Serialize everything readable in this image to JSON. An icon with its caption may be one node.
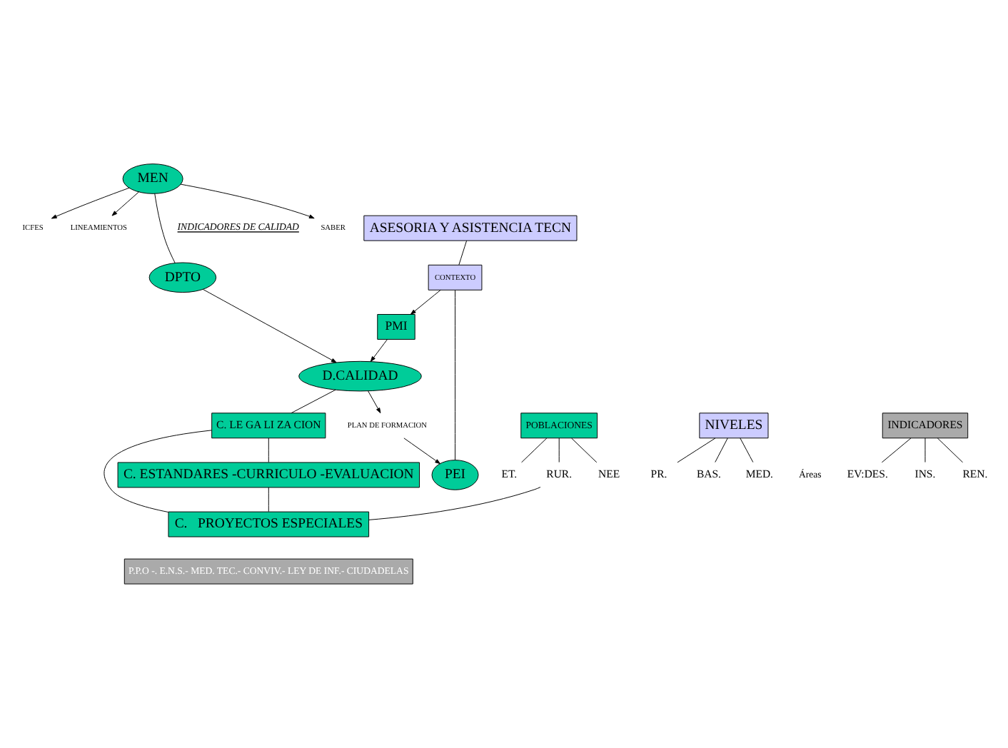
{
  "diagram": {
    "nodes": [
      {
        "text": [
          "MEN"
        ]
      },
      {
        "text": [
          "SABER"
        ]
      },
      {
        "text": [
          "ICFES"
        ]
      },
      {
        "text": [
          "LINEAMIENTOS"
        ]
      },
      {
        "text": [
          "ASESORIA Y ASISTENCIA TECN"
        ]
      },
      {
        "text": [
          "DPTO"
        ]
      },
      {
        "text": [
          "CONTEXTO"
        ]
      },
      {
        "text": [
          "PEI"
        ]
      },
      {
        "text": [
          "PLAN DE FORMACION"
        ]
      },
      {
        "text": [
          "D.CALIDAD"
        ]
      },
      {
        "text": [
          "PMI"
        ]
      },
      {
        "text": [
          "C. LE GA LI ZA CION"
        ]
      },
      {
        "text": [
          "C. ESTANDARES -CURRICULO -EVALUACION"
        ]
      },
      {
        "text": [
          "NIVELES"
        ]
      },
      {
        "text": [
          "PR."
        ]
      },
      {
        "text": [
          "BAS."
        ]
      },
      {
        "text": [
          "MED."
        ]
      },
      {
        "text": [
          "POBLACIONES"
        ]
      },
      {
        "text": [
          "ET."
        ]
      },
      {
        "text": [
          "RUR."
        ]
      },
      {
        "text": [
          "NEE"
        ]
      },
      {
        "text": [
          "INDICADORES"
        ]
      },
      {
        "text": [
          "EV:DES."
        ]
      },
      {
        "text": [
          "INS."
        ]
      },
      {
        "text": [
          "REN."
        ]
      },
      {
        "text": [
          "C.   PROYECTOS ESPECIALES"
        ]
      },
      {
        "text": [
          "P.P.O -. E.N.S.- MED. TEC.- CONVIV.- LEY DE INF.- CIUDADELAS"
        ]
      }
    ],
    "edges": [
      {
        "from": 0,
        "to": 1,
        "arrow": "to"
      },
      {
        "from": 0,
        "to": 2,
        "arrow": "to"
      },
      {
        "from": 0,
        "to": 3,
        "arrow": "to"
      },
      {
        "from": 0,
        "to": 5,
        "arrow": "none"
      },
      {
        "from": 4,
        "to": 6,
        "arrow": "none"
      },
      {
        "from": 6,
        "to": 7,
        "arrow": "none"
      },
      {
        "from": 5,
        "to": 9,
        "arrow": "to"
      },
      {
        "from": 9,
        "to": 8,
        "arrow": "to"
      },
      {
        "from": 8,
        "to": 7,
        "arrow": "to"
      },
      {
        "from": 6,
        "to": 10,
        "arrow": "to"
      },
      {
        "from": 10,
        "to": 9,
        "arrow": "to"
      },
      {
        "from": 9,
        "to": 11,
        "arrow": "none"
      },
      {
        "from": 11,
        "to": 12,
        "arrow": "none"
      },
      {
        "from": 11,
        "to": 25,
        "arrow": "none"
      },
      {
        "from": 12,
        "to": 25,
        "arrow": "none"
      },
      {
        "from": 13,
        "to": 14,
        "arrow": "none"
      },
      {
        "from": 13,
        "to": 15,
        "arrow": "none"
      },
      {
        "from": 13,
        "to": 16,
        "arrow": "none"
      },
      {
        "from": 17,
        "to": 18,
        "arrow": "none"
      },
      {
        "from": 17,
        "to": 19,
        "arrow": "none"
      },
      {
        "from": 17,
        "to": 20,
        "arrow": "none"
      },
      {
        "from": 21,
        "to": 22,
        "arrow": "none"
      },
      {
        "from": 21,
        "to": 23,
        "arrow": "none"
      },
      {
        "from": 21,
        "to": 24,
        "arrow": "none"
      },
      {
        "from": 19,
        "to": 25,
        "arrow": "none"
      }
    ],
    "labels": [
      "INDICADORES DE CALIDAD",
      "Áreas"
    ]
  }
}
